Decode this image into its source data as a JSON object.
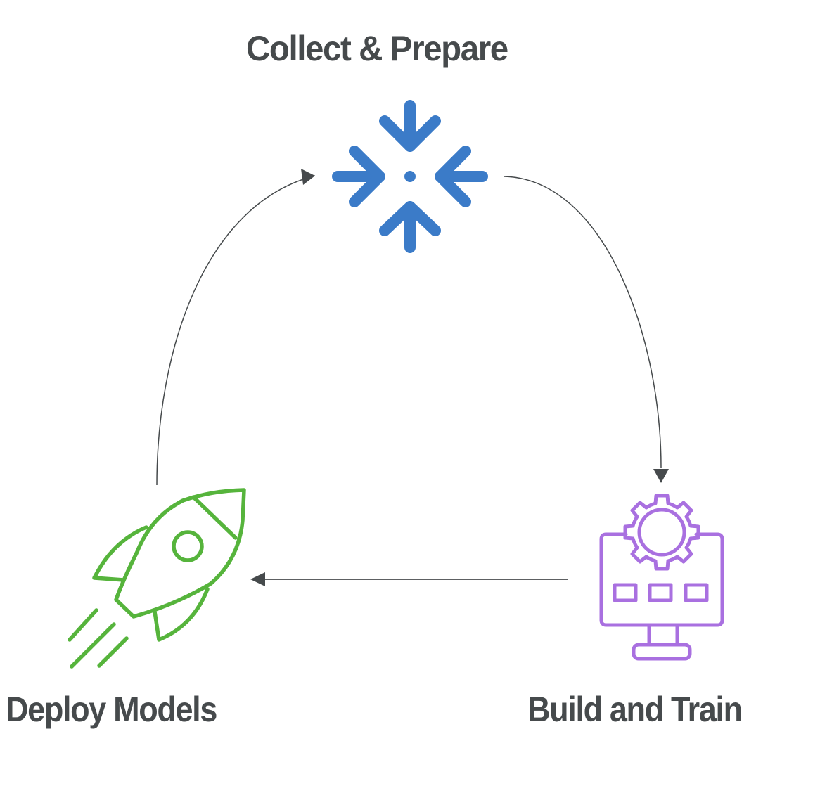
{
  "title": "ML lifecycle cycle diagram",
  "stages": [
    {
      "id": "collect",
      "label": "Collect & Prepare",
      "icon": "converge-arrows-icon",
      "color": "#3b7bc8"
    },
    {
      "id": "build",
      "label": "Build and Train",
      "icon": "monitor-gear-icon",
      "color": "#a970e0"
    },
    {
      "id": "deploy",
      "label": "Deploy Models",
      "icon": "rocket-icon",
      "color": "#56b43c"
    }
  ],
  "flow": [
    {
      "from": "collect",
      "to": "build"
    },
    {
      "from": "build",
      "to": "deploy"
    },
    {
      "from": "deploy",
      "to": "collect"
    }
  ],
  "connector_color": "#464a4c",
  "text_color": "#464a4c"
}
